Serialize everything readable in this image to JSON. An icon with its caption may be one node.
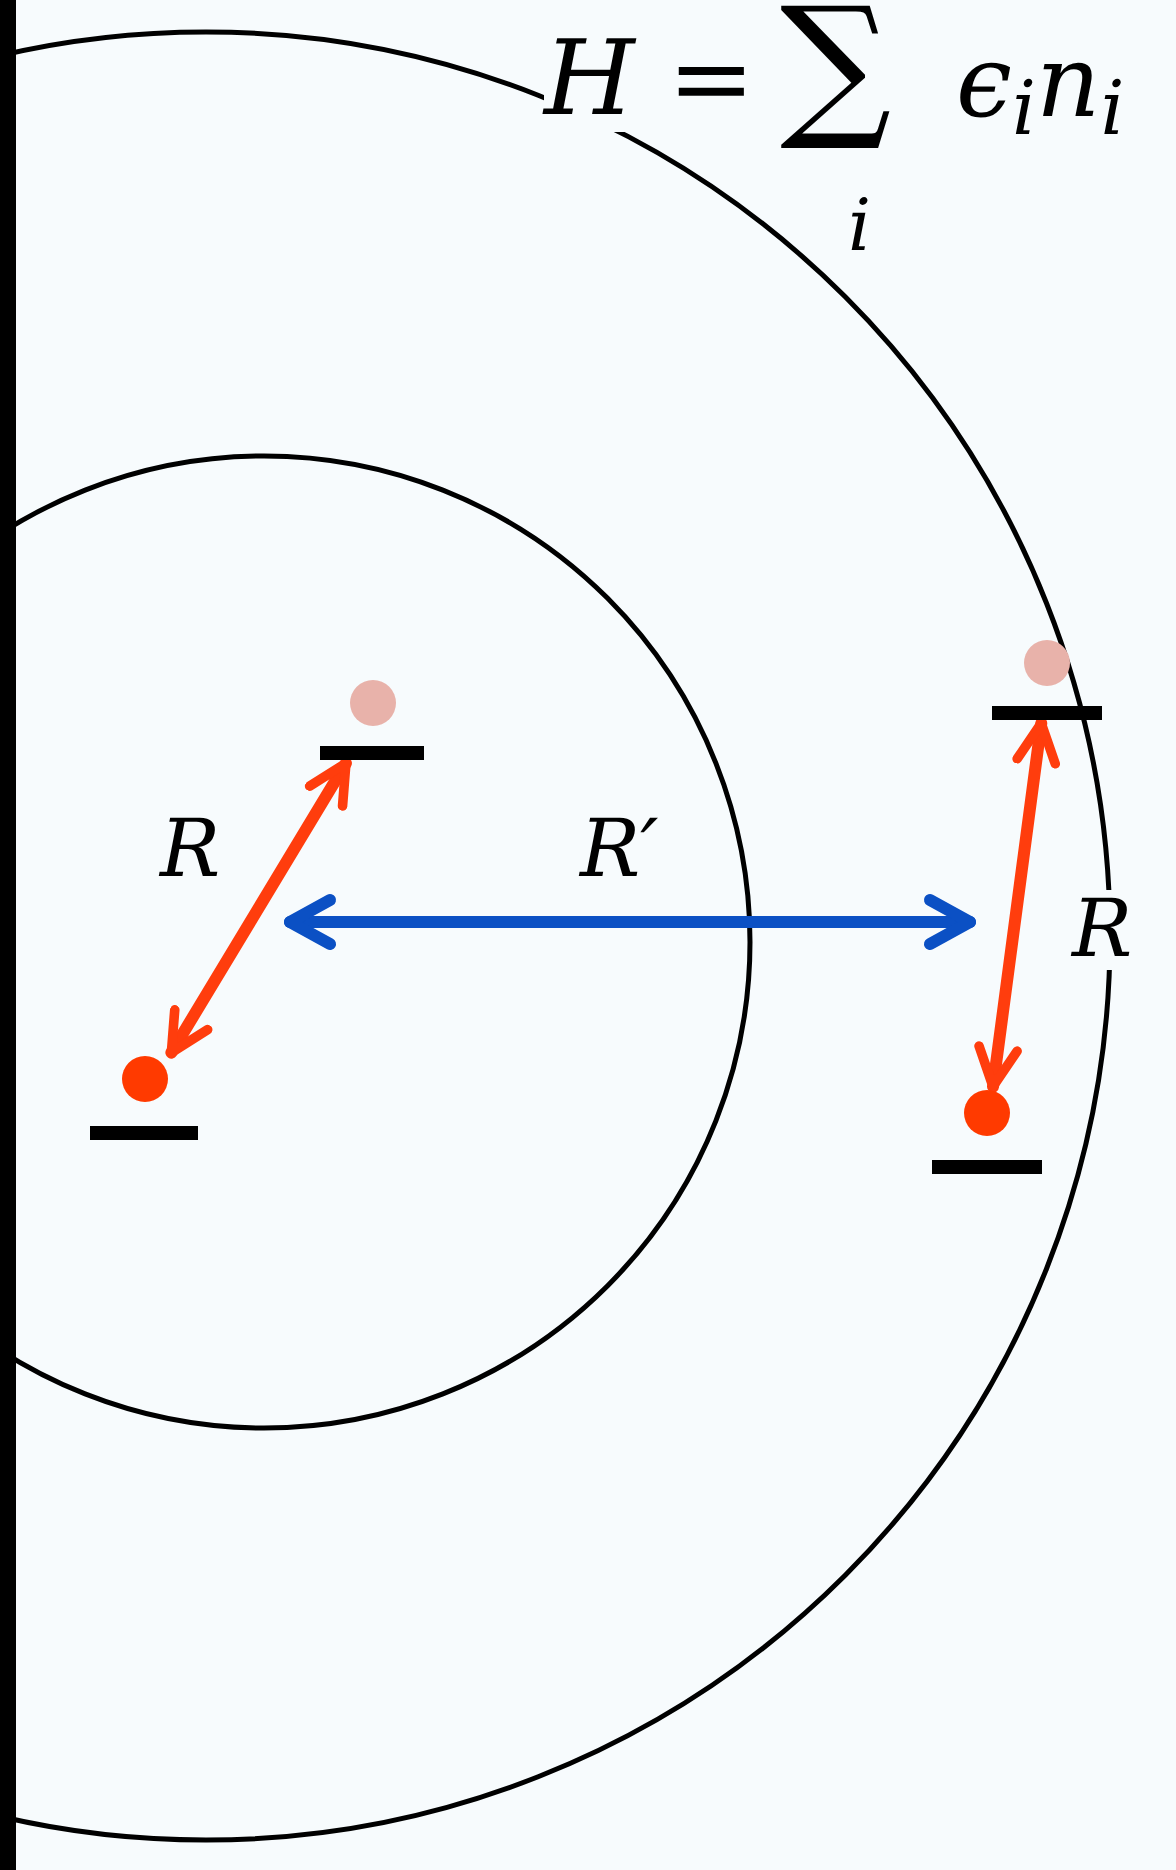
{
  "diagram": {
    "nodes": [
      {
        "text": [],
        "shape": "bar"
      },
      {
        "text": [],
        "shape": "bar"
      },
      {
        "text": [],
        "shape": "bar"
      },
      {
        "text": [],
        "shape": "bar"
      }
    ],
    "edges": [
      {
        "from": 1,
        "to": 0,
        "arrow": "both",
        "label": "R"
      },
      {
        "from": 2,
        "to": 3,
        "arrow": "both",
        "label": "R"
      }
    ],
    "labels": [
      "H =",
      "∑",
      "ϵ$_{i}$n$_{i}$",
      "i",
      "R′"
    ]
  }
}
